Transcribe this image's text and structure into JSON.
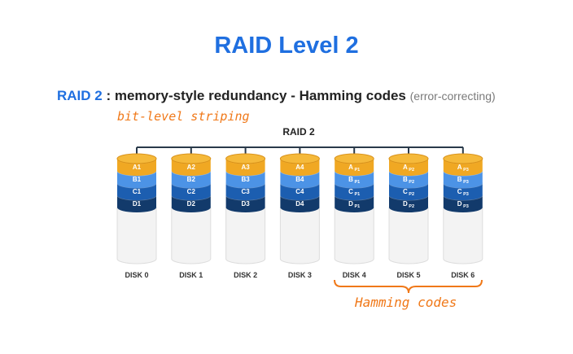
{
  "title": "RAID Level  2",
  "subtitle": {
    "level": "RAID 2",
    "text": " : memory-style redundancy - Hamming codes ",
    "paren": "(error-correcting)"
  },
  "notes": {
    "striping": "bit-level striping",
    "hamming": "Hamming codes"
  },
  "diagram": {
    "label": "RAID 2",
    "disks": [
      {
        "name": "DISK 0",
        "blocks": [
          "A1",
          "B1",
          "C1",
          "D1"
        ]
      },
      {
        "name": "DISK 1",
        "blocks": [
          "A2",
          "B2",
          "C2",
          "D2"
        ]
      },
      {
        "name": "DISK 2",
        "blocks": [
          "A3",
          "B3",
          "C3",
          "D3"
        ]
      },
      {
        "name": "DISK 3",
        "blocks": [
          "A4",
          "B4",
          "C4",
          "D4"
        ]
      },
      {
        "name": "DISK 4",
        "blocks": [
          "A",
          "B",
          "C",
          "D"
        ],
        "sub": "P1"
      },
      {
        "name": "DISK 5",
        "blocks": [
          "A",
          "B",
          "C",
          "D"
        ],
        "sub": "P2"
      },
      {
        "name": "DISK 6",
        "blocks": [
          "A",
          "B",
          "C",
          "D"
        ],
        "sub": "P3"
      }
    ]
  },
  "colors": {
    "title": "#1f6fe0",
    "annotation": "#f07818",
    "row_a": "#f0a823",
    "row_b": "#4c93e6",
    "row_c": "#1c5eb0",
    "row_d": "#123a6b",
    "disk_body": "#f3f3f3"
  }
}
